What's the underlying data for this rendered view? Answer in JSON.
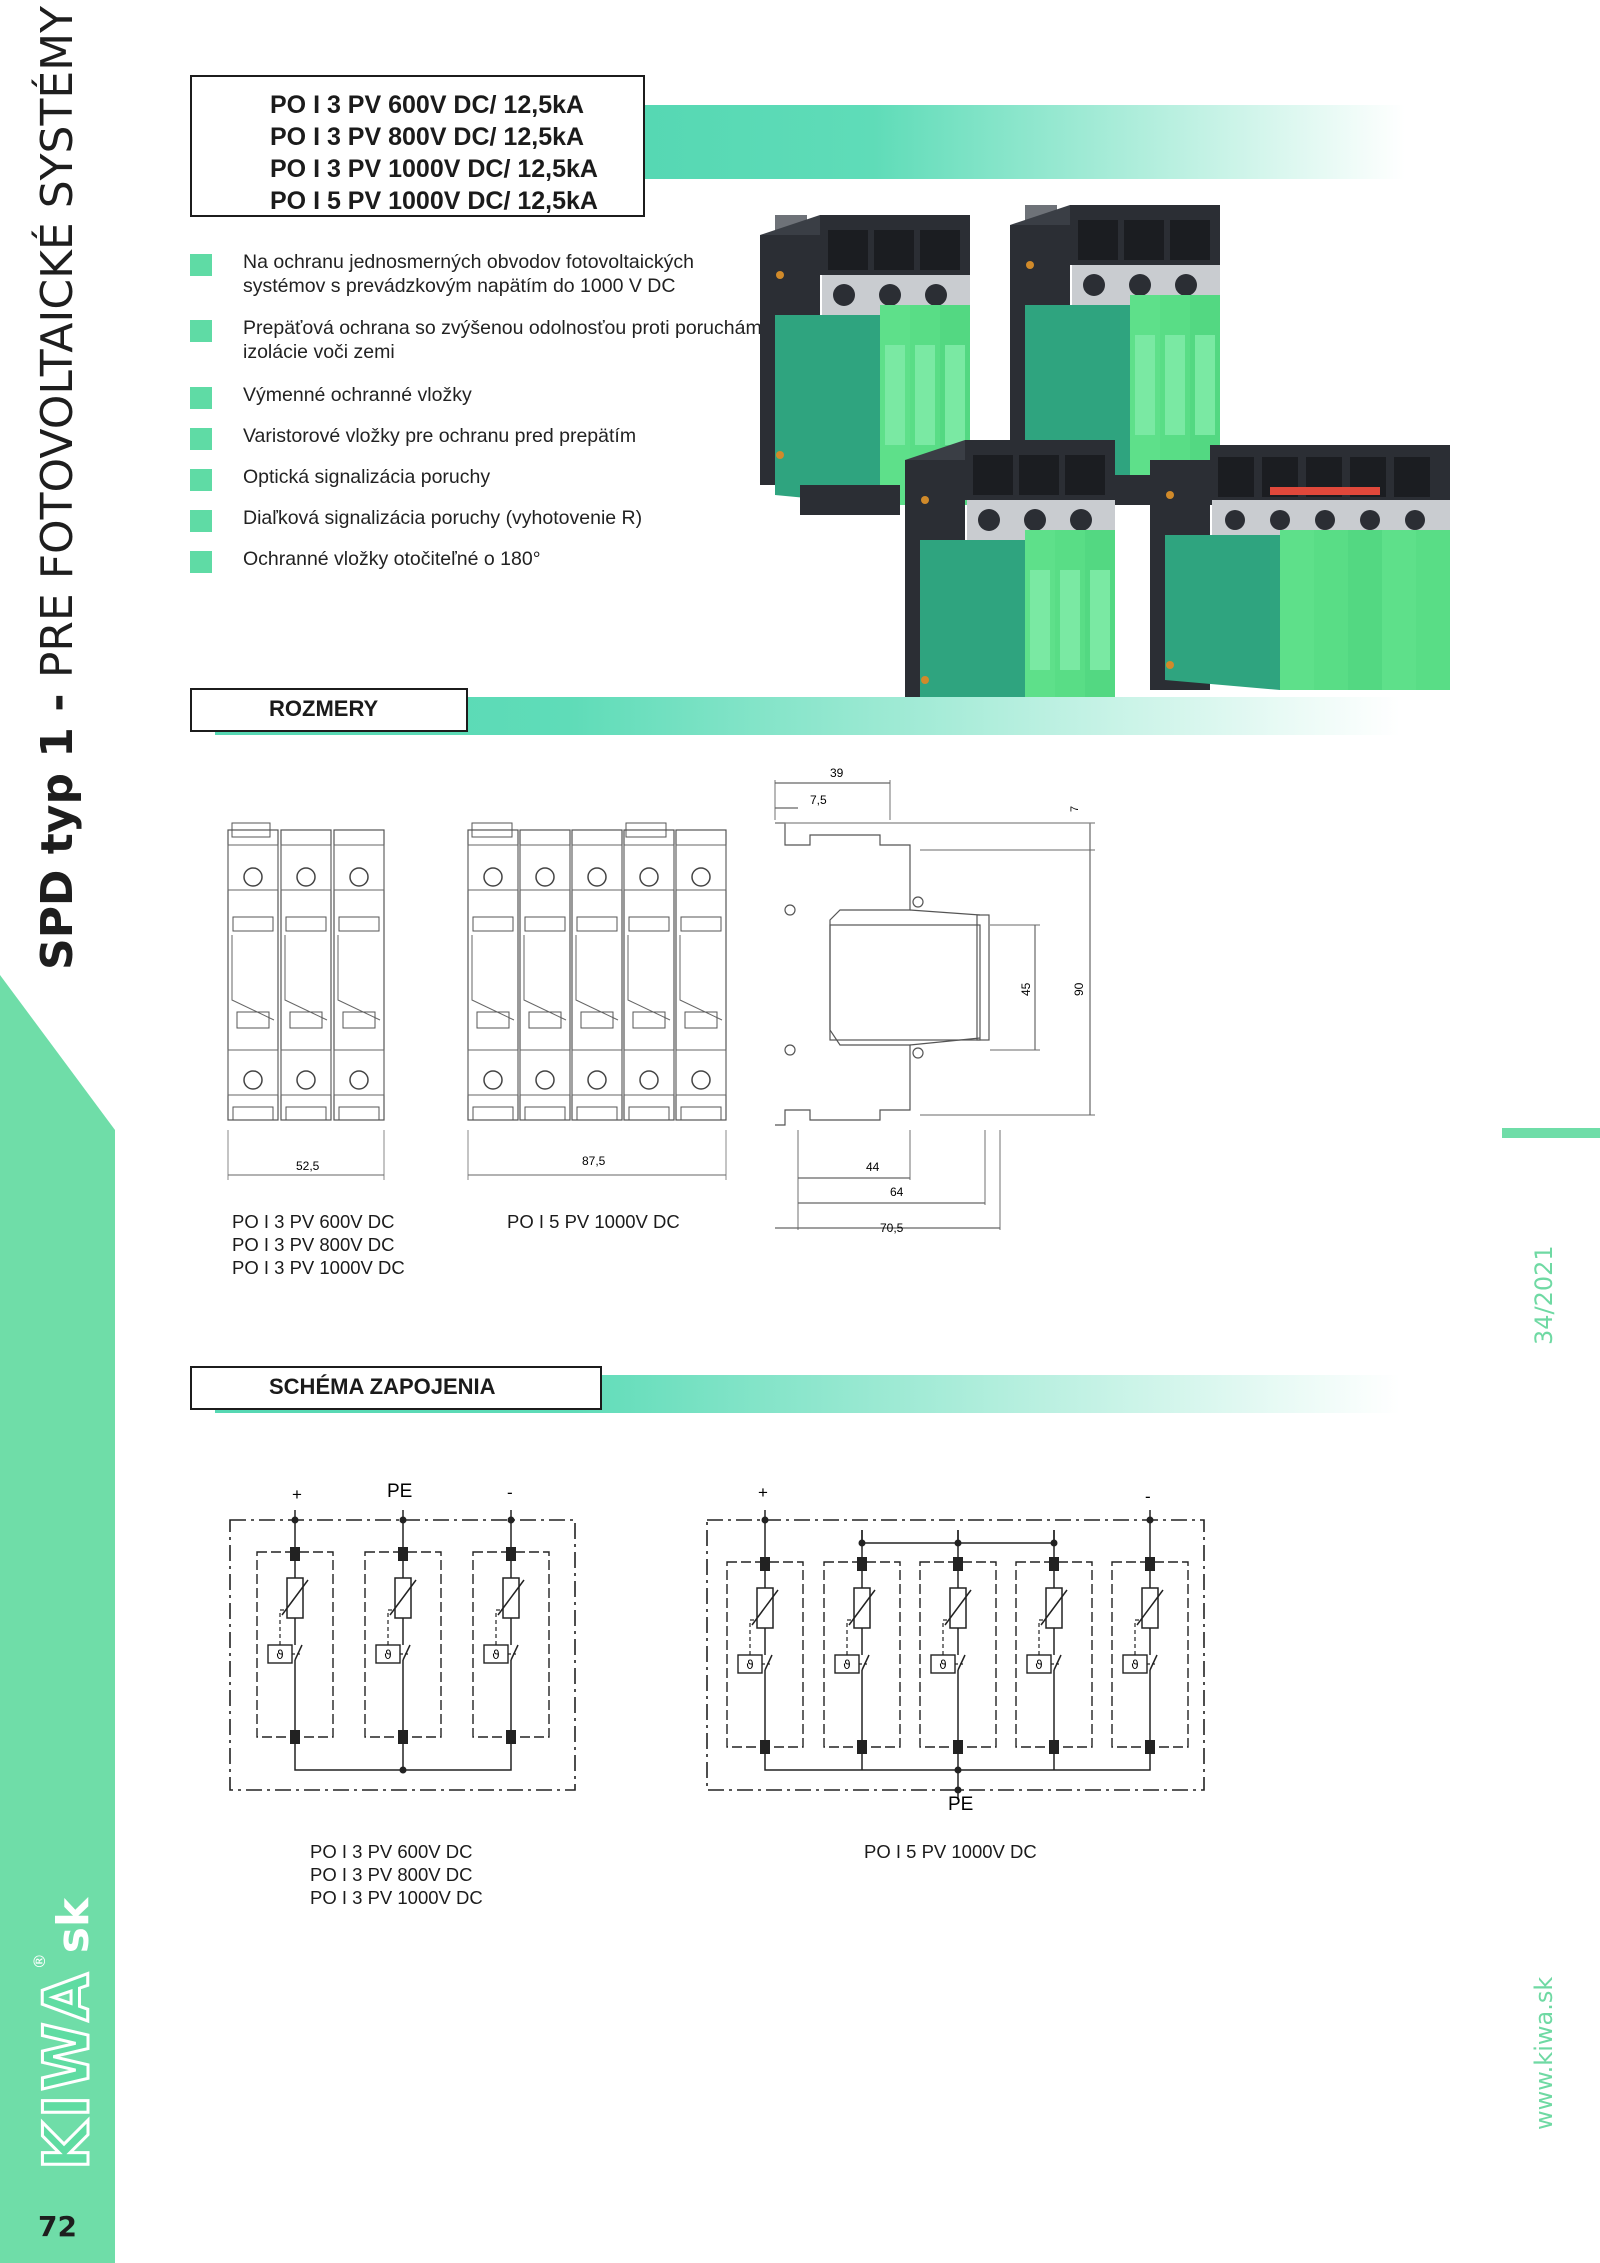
{
  "side_title": {
    "bold": "SPD typ 1 - ",
    "regular": "PRE  FOTOVOLTAICKÉ  SYSTÉMY"
  },
  "brand": {
    "logo": "KIWA",
    "suffix": "sk",
    "reg": "®"
  },
  "page_number": "72",
  "issue": "34/2021",
  "website": "www.kiwa.sk",
  "products": [
    "PO I 3 PV 600V DC/ 12,5kA",
    "PO I 3 PV 800V DC/ 12,5kA",
    "PO I 3 PV 1000V DC/ 12,5kA",
    "PO I 5 PV 1000V DC/ 12,5kA"
  ],
  "features": [
    "Na ochranu jednosmerných obvodov fotovoltaických systémov s prevádzkovým napätím do 1000 V DC",
    "Prepäťová ochrana so zvýšenou odolnosťou proti poruchám izolácie voči zemi",
    "Výmenné ochranné vložky",
    "Varistorové vložky pre ochranu pred prepätím",
    "Optická signalizácia poruchy",
    "Diaľková signalizácia poruchy (vyhotovenie R)",
    "Ochranné vložky otočiteľné o 180°"
  ],
  "sections": {
    "dimensions": "ROZMERY",
    "wiring": "SCHÉMA ZAPOJENIA"
  },
  "dimensions": {
    "width_3pole": "52,5",
    "width_5pole": "87,5",
    "side": {
      "top": "39",
      "top_small": "7,5",
      "right_small": "7",
      "h45": "45",
      "h90": "90",
      "b44": "44",
      "b64": "64",
      "b70": "70,5"
    },
    "caption_3": [
      "PO I 3 PV 600V DC",
      "PO I 3 PV 800V DC",
      "PO I 3 PV 1000V DC"
    ],
    "caption_5": "PO I 5 PV 1000V DC"
  },
  "wiring": {
    "labels_3": {
      "plus": "+",
      "pe": "PE",
      "minus": "-"
    },
    "labels_5": {
      "plus": "+",
      "minus": "-",
      "pe": "PE"
    },
    "caption_3": [
      "PO I 3 PV 600V DC",
      "PO I 3 PV 800V DC",
      "PO I 3 PV 1000V DC"
    ],
    "caption_5": "PO I 5 PV 1000V DC"
  },
  "colors": {
    "accent_green": "#5fdba5",
    "device_green": "#2fa47f",
    "insert_green": "#5ee08a",
    "device_dark": "#2a2d33"
  }
}
